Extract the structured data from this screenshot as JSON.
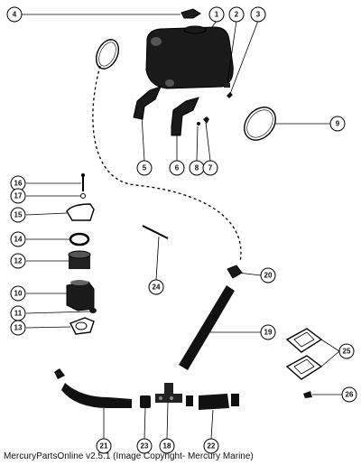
{
  "footer": "MercuryPartsOnline v2.5.1 (Image Copyright- Mercury Marine)",
  "callouts": [
    "4",
    "1",
    "2",
    "3",
    "9",
    "5",
    "6",
    "8",
    "7",
    "16",
    "17",
    "15",
    "14",
    "12",
    "10",
    "11",
    "13",
    "24",
    "20",
    "19",
    "25",
    "21",
    "23",
    "18",
    "22",
    "26"
  ]
}
